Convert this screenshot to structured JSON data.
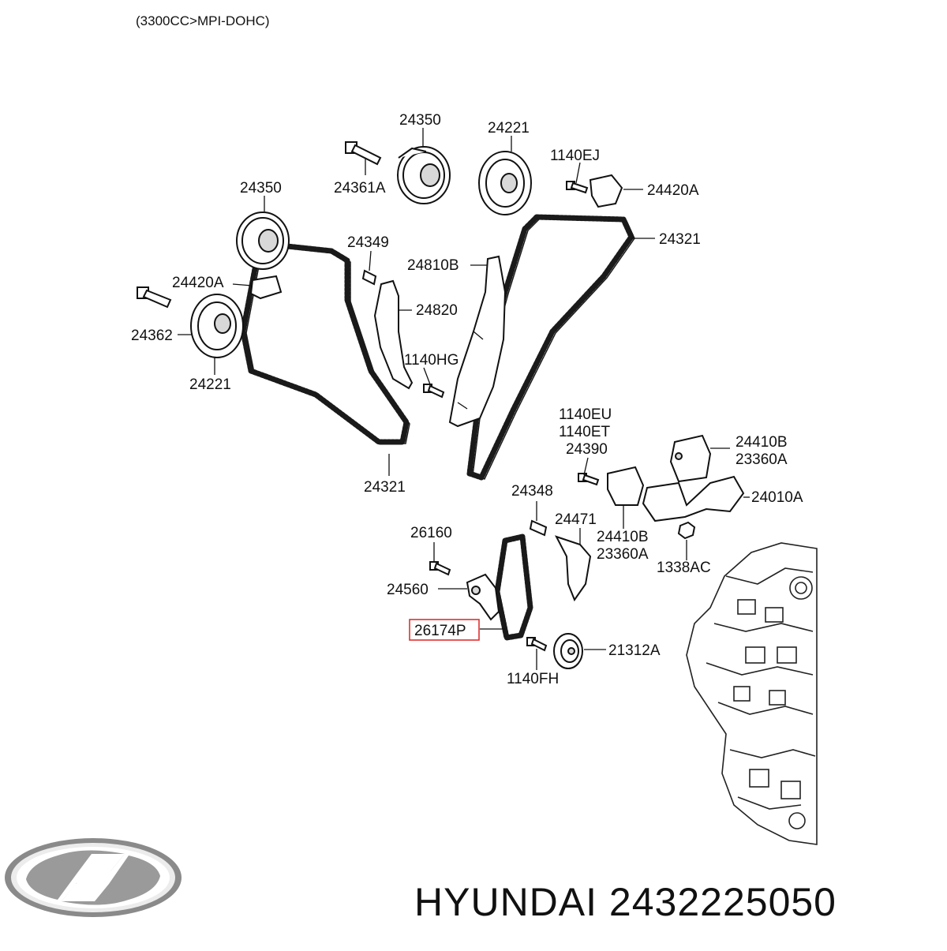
{
  "diagram": {
    "subtitle": "(3300CC>MPI-DOHC)",
    "highlight_color": "#e03030",
    "labels": {
      "p24350_top": "24350",
      "p24221_top": "24221",
      "p1140EJ": "1140EJ",
      "p24361A": "24361A",
      "p24420A_top": "24420A",
      "p24350_left": "24350",
      "p24321_top": "24321",
      "p24349": "24349",
      "p24810B": "24810B",
      "p24420A_left": "24420A",
      "p24820": "24820",
      "p24362": "24362",
      "p1140HG": "1140HG",
      "p24221_left": "24221",
      "p1140EU": "1140EU",
      "p1140ET": "1140ET",
      "p24390": "24390",
      "p24410B_top": "24410B",
      "p23360A_top": "23360A",
      "p24321_bottom": "24321",
      "p24348": "24348",
      "p24010A": "24010A",
      "p24471": "24471",
      "p26160": "26160",
      "p24410B_mid": "24410B",
      "p23360A_mid": "23360A",
      "p1338AC": "1338AC",
      "p24560": "24560",
      "p26174P": "26174P",
      "p21312A": "21312A",
      "p1140FH": "1140FH"
    }
  },
  "brand": {
    "logo": "hyundai-logo",
    "title": "HYUNDAI 2432225050"
  }
}
